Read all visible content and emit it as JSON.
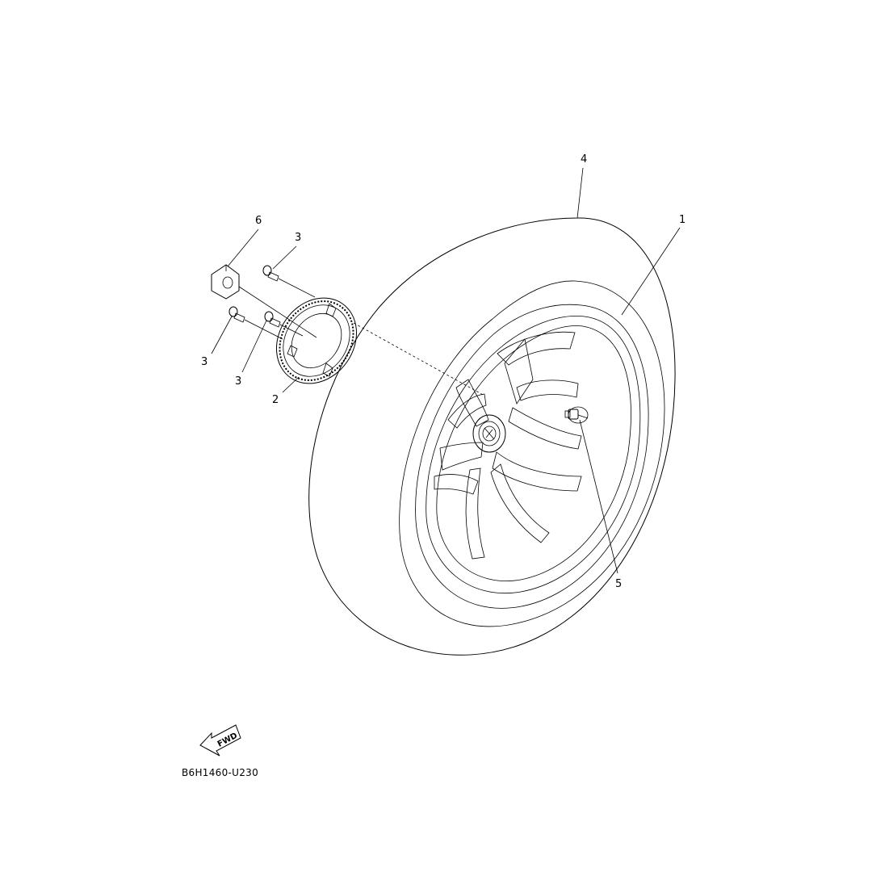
{
  "callouts": {
    "c1": "1",
    "c2": "2",
    "c3a": "3",
    "c3b": "3",
    "c3c": "3",
    "c4": "4",
    "c5": "5",
    "c6": "6"
  },
  "fwd_label": "FWD",
  "diagram_code": "B6H1460-U230",
  "icons": {
    "forward_arrow": "forward-arrow-icon"
  },
  "colors": {
    "ink": "#000000",
    "paper": "#ffffff"
  }
}
